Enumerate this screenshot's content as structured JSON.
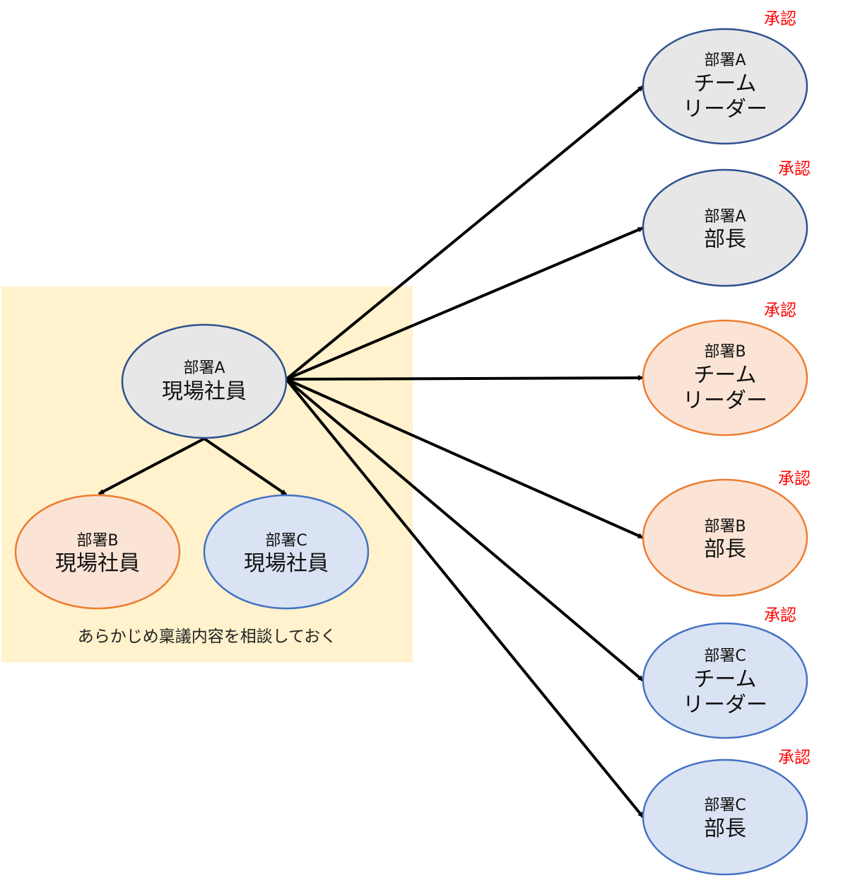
{
  "colors": {
    "gray_fill": "#e7e7e7",
    "gray_stroke": "#2f528f",
    "orange_fill": "#fbe4d5",
    "orange_stroke": "#ed7d31",
    "blue_fill": "#dae3f3",
    "blue_stroke": "#4472c4",
    "approval_text": "#ff0000",
    "consult_area": "#fff2cc"
  },
  "consult_note": "あらかじめ稟議内容を相談しておく",
  "source": {
    "dept": "部署A",
    "role": "現場社員"
  },
  "consult_nodes": [
    {
      "dept": "部署B",
      "role": "現場社員"
    },
    {
      "dept": "部署C",
      "role": "現場社員"
    }
  ],
  "approvers": [
    {
      "dept": "部署A",
      "role_lines": [
        "チーム",
        "リーダー"
      ],
      "approval": "承認"
    },
    {
      "dept": "部署A",
      "role_lines": [
        "部長"
      ],
      "approval": "承認"
    },
    {
      "dept": "部署B",
      "role_lines": [
        "チーム",
        "リーダー"
      ],
      "approval": "承認"
    },
    {
      "dept": "部署B",
      "role_lines": [
        "部長"
      ],
      "approval": "承認"
    },
    {
      "dept": "部署C",
      "role_lines": [
        "チーム",
        "リーダー"
      ],
      "approval": "承認"
    },
    {
      "dept": "部署C",
      "role_lines": [
        "部長"
      ],
      "approval": "承認"
    }
  ]
}
